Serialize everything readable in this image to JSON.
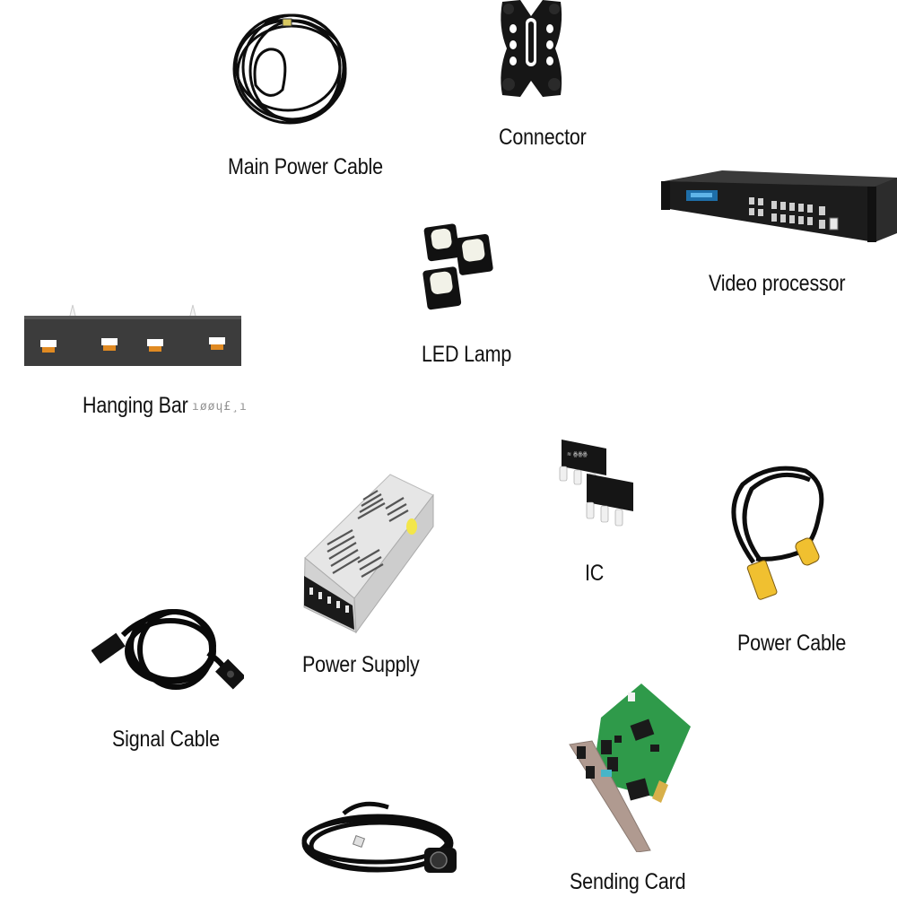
{
  "title": "LED Display Accessories",
  "items": [
    {
      "id": "main-power-cable",
      "label": "Main Power Cable",
      "icon": "coiled-cable-icon"
    },
    {
      "id": "connector",
      "label": "Connector",
      "icon": "connector-bracket-icon"
    },
    {
      "id": "video-processor",
      "label": "Video processor",
      "icon": "rack-unit-icon"
    },
    {
      "id": "led-lamp",
      "label": "LED Lamp",
      "icon": "led-chip-icon"
    },
    {
      "id": "hanging-bar",
      "label": "Hanging Bar",
      "icon": "hanging-bar-icon",
      "artifact_text": "ıøøɥ£¸ı"
    },
    {
      "id": "ic",
      "label": "IC",
      "icon": "ic-chip-icon"
    },
    {
      "id": "power-supply",
      "label": "Power Supply",
      "icon": "power-supply-icon"
    },
    {
      "id": "power-cable",
      "label": "Power Cable",
      "icon": "power-cable-icon"
    },
    {
      "id": "signal-cable",
      "label": "Signal Cable",
      "icon": "signal-cable-icon"
    },
    {
      "id": "sending-card",
      "label": "Sending Card",
      "icon": "pci-card-icon"
    },
    {
      "id": "extension-cable",
      "label": "",
      "icon": "extension-cable-icon"
    }
  ],
  "colors": {
    "background": "#ffffff",
    "text": "#111111",
    "cable": "#0d0d0d",
    "accent_yellow": "#f0c030",
    "pcb_green": "#2f9a4a",
    "connector_orange": "#e08a22"
  }
}
